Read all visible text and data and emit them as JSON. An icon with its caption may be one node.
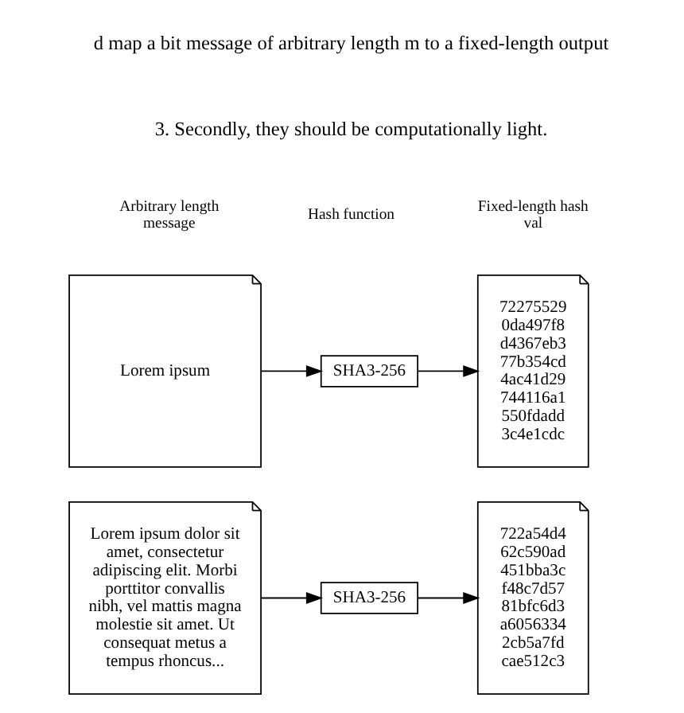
{
  "diagram": {
    "nodes": [
      {
        "text": [
          "Lorem ipsum"
        ]
      },
      {
        "text": [
          "SHA3-256"
        ]
      },
      {
        "text": [
          "72275529 0da497f8 d4367eb3 77b354cd 4ac41d29 744116a1 550fdadd 3c4e1cdc"
        ]
      },
      {
        "text": [
          "Lorem ipsum dolor sit amet, consectetur adipiscing elit. Morbi porttitor convallis nibh, vel mattis magna molestie sit amet. Ut consequat metus a tempus rhoncus..."
        ]
      },
      {
        "text": [
          "SHA3-256"
        ]
      },
      {
        "text": [
          "722a54d4 62c590ad 451bba3c f48c7d57 81bfc6d3 a6056334 2cb5a7fd cae512c3"
        ]
      }
    ],
    "edges": [
      {
        "from": 0,
        "to": 1,
        "arrow": "to"
      },
      {
        "from": 1,
        "to": 2,
        "arrow": "to"
      },
      {
        "from": 3,
        "to": 4,
        "arrow": "to"
      },
      {
        "from": 4,
        "to": 5,
        "arrow": "to"
      }
    ],
    "labels": [
      "d map a bit message of arbitrary length m to a fixed-length output",
      "3. Secondly, they should be computationally light.",
      "Arbitrary length message",
      "Hash function",
      "Fixed-length hash val"
    ]
  }
}
